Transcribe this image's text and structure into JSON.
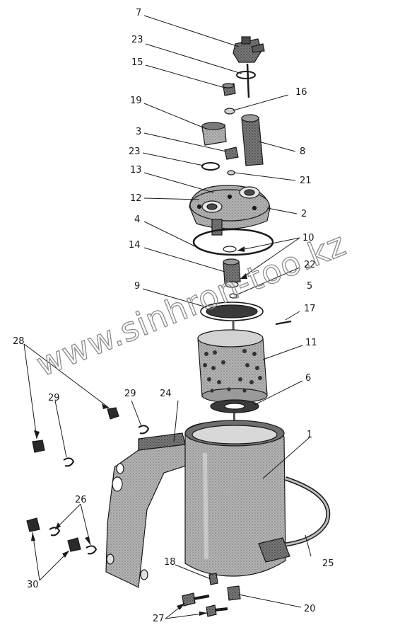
{
  "callouts": [
    "7",
    "23",
    "15",
    "16",
    "19",
    "3",
    "8",
    "23",
    "21",
    "13",
    "12",
    "2",
    "4",
    "10",
    "14",
    "22",
    "9",
    "5",
    "17",
    "11",
    "28",
    "6",
    "29",
    "29",
    "24",
    "1",
    "25",
    "26",
    "18",
    "30",
    "20",
    "27"
  ],
  "watermark": "www.sinhron-too.kz",
  "colors": {
    "ink": "#1a1a1a",
    "body": "#9a9a9a",
    "bodyDark": "#5a5a5a",
    "watermark": "#8a8a8a"
  }
}
